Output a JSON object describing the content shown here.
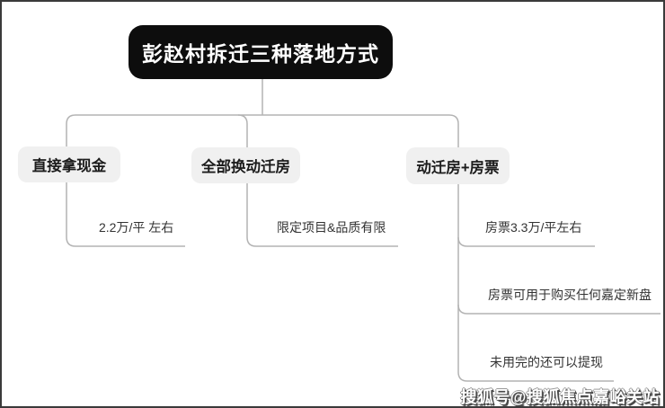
{
  "diagram": {
    "root": "彭赵村拆迁三种落地方式",
    "branches": [
      {
        "label": "直接拿现金",
        "children": [
          "2.2万/平 左右"
        ]
      },
      {
        "label": "全部换动迁房",
        "children": [
          "限定项目&品质有限"
        ]
      },
      {
        "label": "动迁房+房票",
        "children": [
          "房票3.3万/平左右",
          "房票可用于购买任何嘉定新盘",
          "未用完的还可以提现"
        ]
      }
    ]
  },
  "watermark": "搜狐号@搜狐焦点嘉峪关站",
  "colors": {
    "root_bg": "#0d0d0d",
    "root_text": "#ffffff",
    "branch_bg": "#f0f0f0",
    "branch_text": "#1c1c1c",
    "leaf_text": "#333333",
    "connector_line": "#b3b3b3",
    "frame_border": "#3a3a3a",
    "background": "#ffffff"
  }
}
